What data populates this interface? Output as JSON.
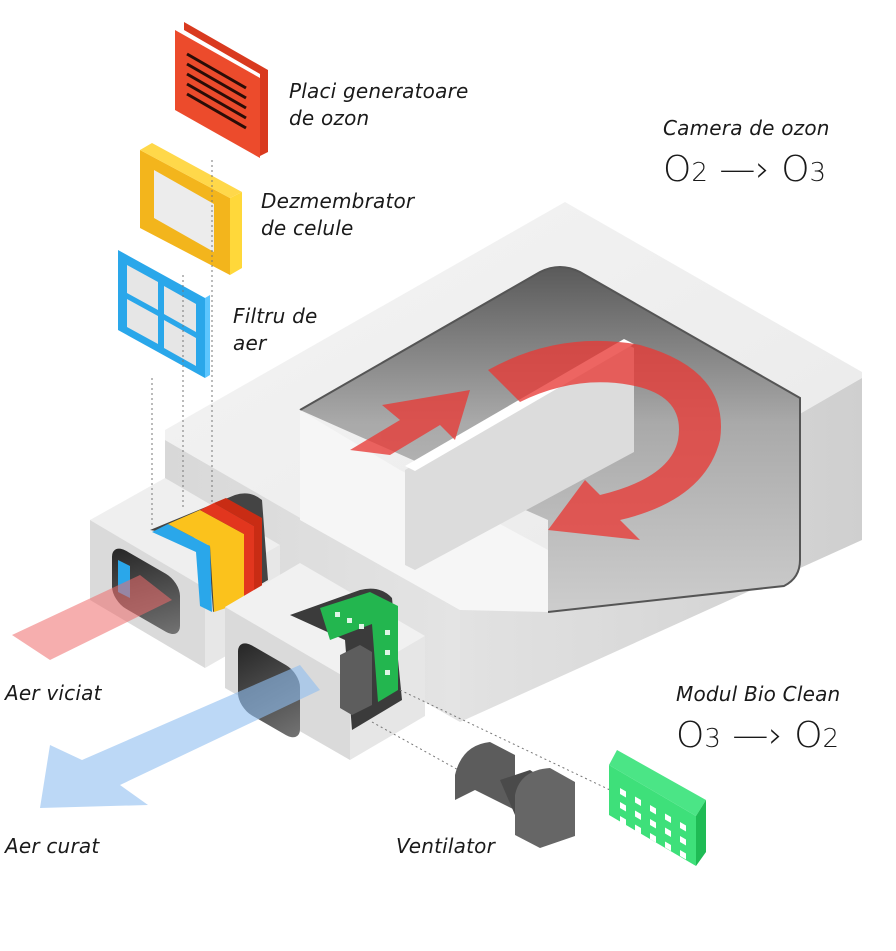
{
  "title": "Ozone air purification unit diagram",
  "labels": {
    "ozone_plates": "Placi generatoare\nde ozon",
    "cell_dismantler": "Dezmembrator\nde celule",
    "air_filter": "Filtru de\naer",
    "ozone_chamber": "Camera de ozon",
    "bio_clean": "Modul Bio Clean",
    "stale_air": "Aer viciat",
    "clean_air": "Aer curat",
    "fan": "Ventilator"
  },
  "formulas": {
    "ozone_chamber": {
      "from_base": "O",
      "from_sub": "2",
      "arrow": "—›",
      "to_base": "O",
      "to_sub": "3"
    },
    "bio_clean": {
      "from_base": "O",
      "from_sub": "3",
      "arrow": "—›",
      "to_base": "O",
      "to_sub": "2"
    }
  },
  "colors": {
    "ozone_plates": "#e8462a",
    "cell_dismantler": "#fbc21c",
    "air_filter": "#2aa7ea",
    "bio_clean": "#2bd46a",
    "fan": "#5a5a5a",
    "stale_air_arrow": "#ef6b6b",
    "clean_air_arrow": "#8fbef0",
    "chamber_flow_arrow": "#e83a36",
    "housing": "#e6e6e6"
  }
}
